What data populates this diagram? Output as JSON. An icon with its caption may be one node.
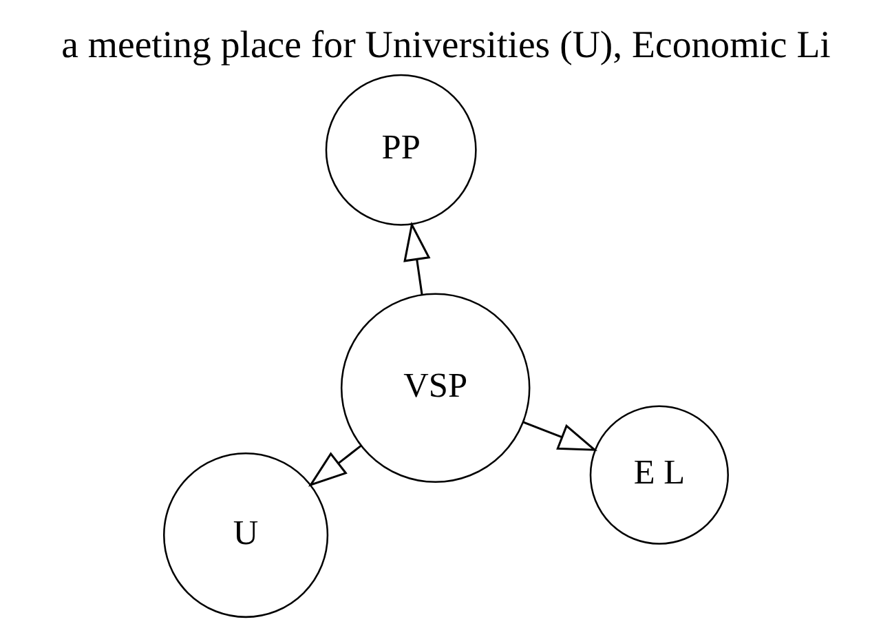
{
  "diagram": {
    "title": "a meeting place for Universities (U), Economic Li",
    "nodes": [
      {
        "text": [
          "U"
        ]
      },
      {
        "text": [
          "E L"
        ]
      },
      {
        "text": [
          "VSP"
        ]
      },
      {
        "text": [
          "PP"
        ]
      }
    ],
    "edges": [
      {
        "from": 2,
        "to": 0,
        "arrow": "to"
      },
      {
        "from": 2,
        "to": 1,
        "arrow": "to"
      },
      {
        "from": 2,
        "to": 3,
        "arrow": "to"
      }
    ]
  }
}
